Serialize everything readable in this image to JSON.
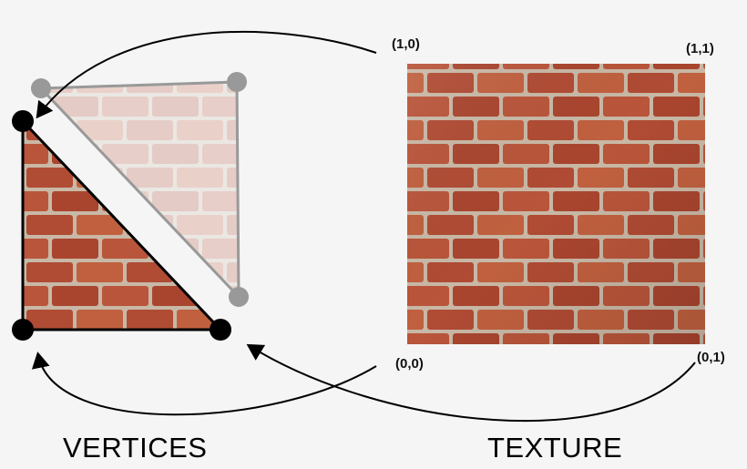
{
  "labels": {
    "vertices": "VERTICES",
    "texture": "TEXTURE"
  },
  "coords": {
    "top_left": "(1,0)",
    "top_right": "(1,1)",
    "bottom_left": "(0,0)",
    "bottom_right": "(0,1)"
  },
  "colors": {
    "background": "#f5f5f5",
    "brick": "#b5533a",
    "mortar": "#c9b8a6",
    "vertex_active": "#000000",
    "vertex_faded": "#999999",
    "arrow": "#000000"
  }
}
